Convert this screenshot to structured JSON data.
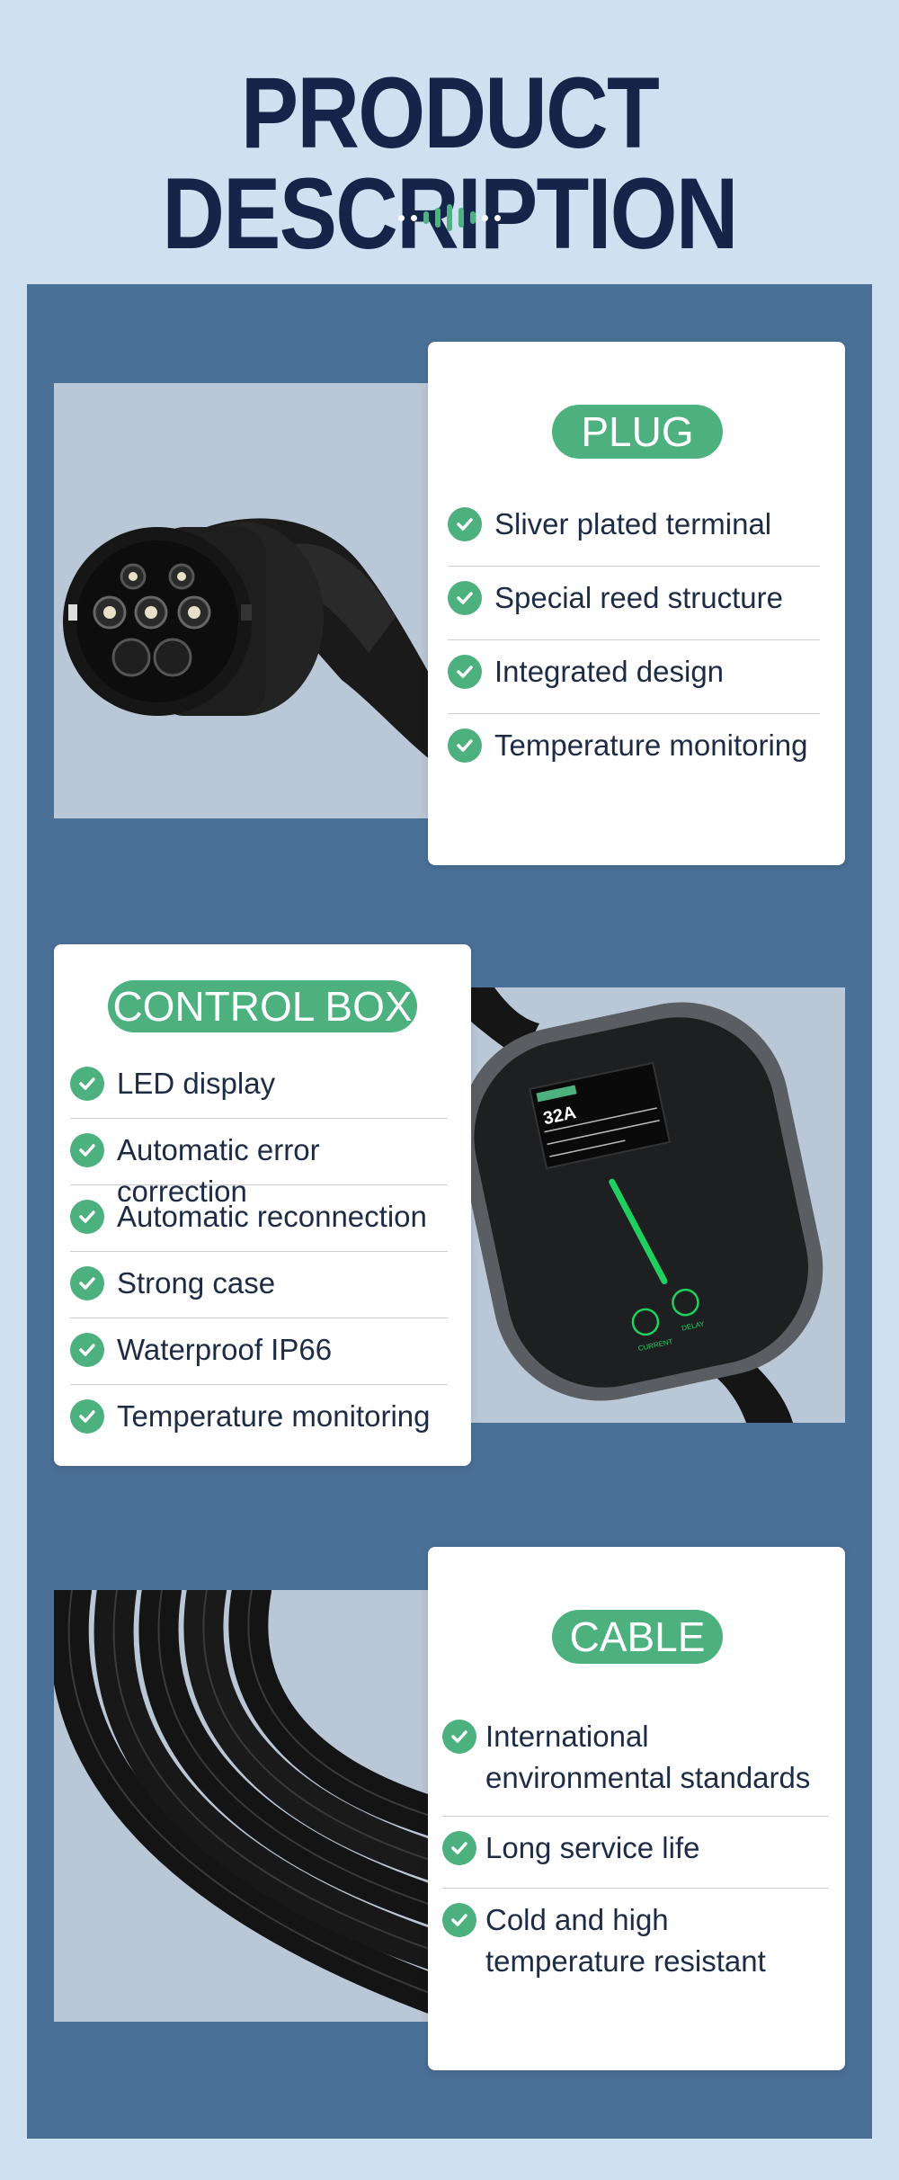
{
  "header": {
    "title": "PRODUCT DESCRIPTION"
  },
  "colors": {
    "background": "#cfe0f0",
    "panel": "#4a7097",
    "accent": "#4db07f",
    "title": "#142549"
  },
  "sections": {
    "plug": {
      "title": "PLUG",
      "items": [
        "Sliver plated terminal",
        "Special reed structure",
        "Integrated design",
        "Temperature monitoring"
      ]
    },
    "control_box": {
      "title": "CONTROL BOX",
      "items": [
        "LED display",
        "Automatic error correction",
        "Automatic reconnection",
        "Strong case",
        "Waterproof IP66",
        "Temperature monitoring"
      ],
      "display_amp": "32A",
      "button_labels": [
        "CURRENT",
        "DELAY"
      ]
    },
    "cable": {
      "title": "CABLE",
      "items": [
        "International environmental standards",
        "Long service life",
        "Cold and high temperature resistant"
      ]
    }
  },
  "icons": [
    "check-icon",
    "decorative-divider-icon"
  ]
}
